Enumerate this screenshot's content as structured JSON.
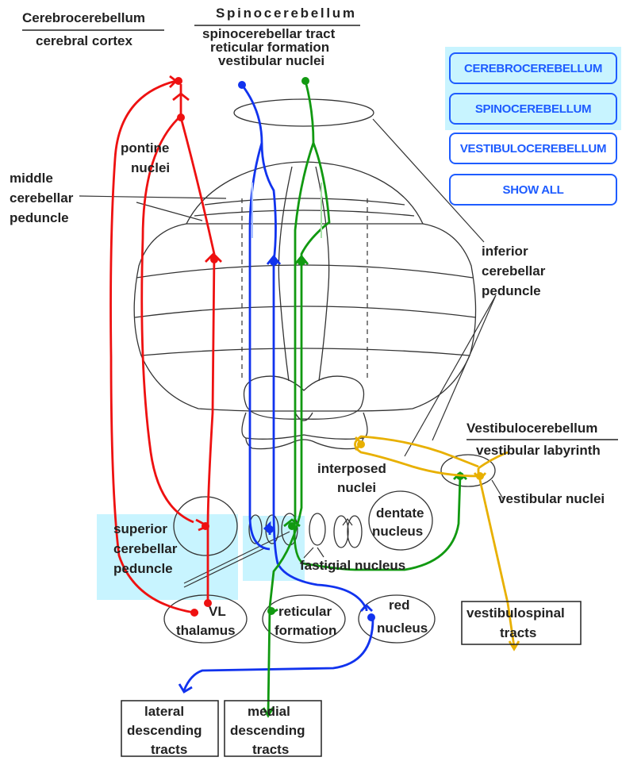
{
  "headers": {
    "cerebrocerebellum": {
      "title": "Cerebrocerebellum",
      "source": "cerebral cortex"
    },
    "spinocerebellum": {
      "title": "Spinocerebellum",
      "sources": [
        "spinocerebellar tract",
        "reticular formation",
        "vestibular nuclei"
      ]
    },
    "vestibulocerebellum": {
      "title": "Vestibulocerebellum",
      "source": "vestibular labyrinth"
    }
  },
  "labels": {
    "pontine_nuclei": [
      "pontine",
      "nuclei"
    ],
    "middle_cerebellar_peduncle": [
      "middle",
      "cerebellar",
      "peduncle"
    ],
    "inferior_cerebellar_peduncle": [
      "inferior",
      "cerebellar",
      "peduncle"
    ],
    "interposed_nuclei": [
      "interposed",
      "nuclei"
    ],
    "dentate_nucleus": [
      "dentate",
      "nucleus"
    ],
    "fastigial_nucleus": "fastigial nucleus",
    "vestibular_nuclei": "vestibular nuclei",
    "superior_cerebellar_peduncle": [
      "superior",
      "cerebellar",
      "peduncle"
    ],
    "vl_thalamus": [
      "VL",
      "thalamus"
    ],
    "reticular_formation": [
      "reticular",
      "formation"
    ],
    "red_nucleus": [
      "red",
      "nucleus"
    ]
  },
  "output_boxes": {
    "vestibulospinal": [
      "vestibulospinal",
      "tracts"
    ],
    "lateral": [
      "lateral",
      "descending",
      "tracts"
    ],
    "medial": [
      "medial",
      "descending",
      "tracts"
    ]
  },
  "buttons": {
    "cerebrocerebellum": "CEREBROCEREBELLUM",
    "spinocerebellum": "SPINOCEREBELLUM",
    "vestibulocerebellum": "VESTIBULOCEREBELLUM",
    "show_all": "SHOW ALL"
  },
  "colors": {
    "cerebro": "#ee1111",
    "spino_blue": "#1133ee",
    "spino_green": "#119911",
    "vestibulo": "#e8b000",
    "highlight": "#c8f4ff",
    "button": "#1e5cff"
  }
}
